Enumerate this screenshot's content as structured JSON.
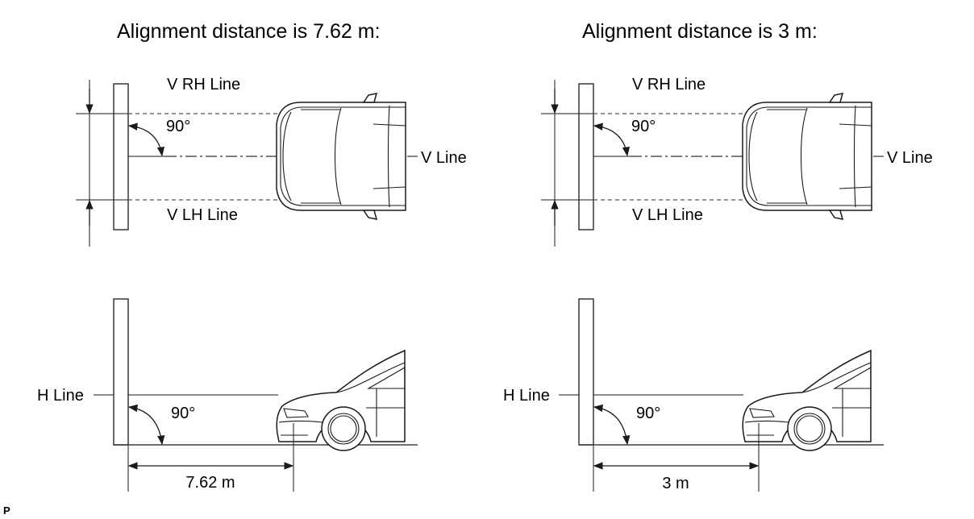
{
  "panels": [
    {
      "title": "Alignment distance is 7.62 m:",
      "top": {
        "v_rh": "V RH Line",
        "v_lh": "V LH Line",
        "v_line": "V Line",
        "angle": "90°"
      },
      "side": {
        "h_line": "H Line",
        "angle": "90°",
        "distance": "7.62 m"
      }
    },
    {
      "title": "Alignment distance is 3 m:",
      "top": {
        "v_rh": "V RH Line",
        "v_lh": "V LH Line",
        "v_line": "V Line",
        "angle": "90°"
      },
      "side": {
        "h_line": "H Line",
        "angle": "90°",
        "distance": "3 m"
      }
    }
  ],
  "corner_mark": "P"
}
